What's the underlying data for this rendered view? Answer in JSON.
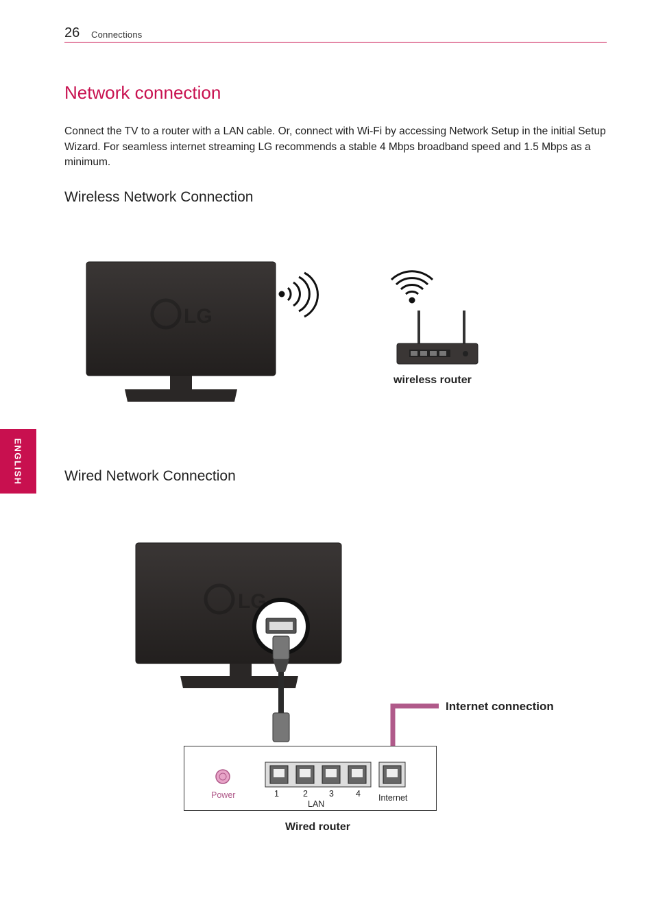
{
  "header": {
    "page_number": "26",
    "section": "Connections"
  },
  "title": "Network connection",
  "intro": "Connect the TV to a router with a LAN cable. Or, connect with Wi-Fi by accessing Network Setup in the initial Setup Wizard. For seamless internet streaming LG recommends a stable 4 Mbps broadband speed and 1.5 Mbps as a minimum.",
  "wireless": {
    "heading": "Wireless Network Connection",
    "router_label": "wireless router"
  },
  "wired": {
    "heading": "Wired Network Connection",
    "internet_connection_label": "Internet connection",
    "router_label": "Wired router",
    "power_label": "Power",
    "lan_ports": [
      "1",
      "2",
      "3",
      "4"
    ],
    "lan_label": "LAN",
    "internet_port_label": "Internet"
  },
  "language_tab": "ENGLISH",
  "colors": {
    "accent": "#c8104f",
    "cable": "#b05a8a",
    "tv_dark": "#2a2726"
  },
  "icons": [
    "lg-logo-icon",
    "wifi-signal-icon",
    "ethernet-port-icon",
    "ethernet-plug-icon",
    "power-icon"
  ]
}
